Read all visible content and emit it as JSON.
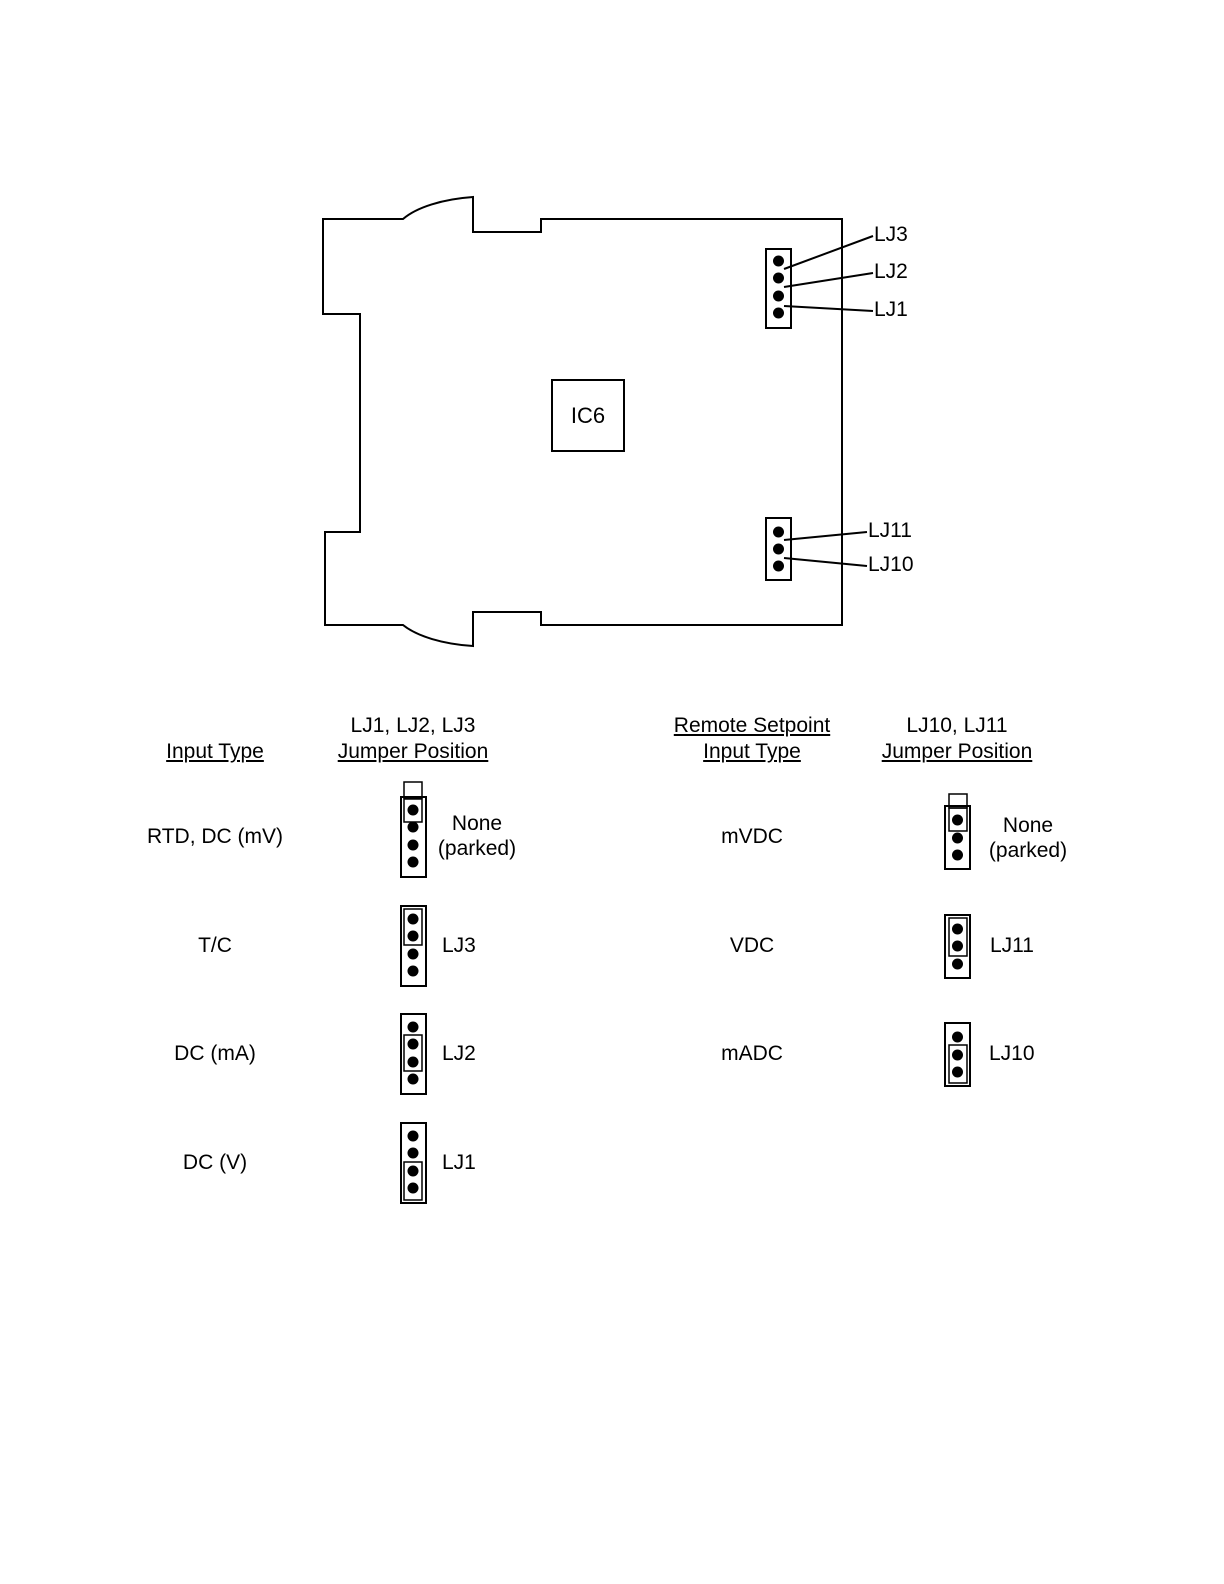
{
  "board": {
    "chip_label": "IC6",
    "top_header_labels": [
      "LJ3",
      "LJ2",
      "LJ1"
    ],
    "bottom_header_labels": [
      "LJ11",
      "LJ10"
    ]
  },
  "input_table": {
    "col1_header": "Input Type",
    "col2_header_line1": "LJ1, LJ2, LJ3",
    "col2_header_line2": "Jumper Position",
    "rows": [
      {
        "input": "RTD, DC (mV)",
        "position_line1": "None",
        "position_line2": "(parked)"
      },
      {
        "input": "T/C",
        "position_line1": "LJ3",
        "position_line2": ""
      },
      {
        "input": "DC (mA)",
        "position_line1": "LJ2",
        "position_line2": ""
      },
      {
        "input": "DC (V)",
        "position_line1": "LJ1",
        "position_line2": ""
      }
    ]
  },
  "remote_table": {
    "col1_header_line1": "Remote Setpoint",
    "col1_header_line2": "Input Type",
    "col2_header_line1": "LJ10, LJ11",
    "col2_header_line2": "Jumper Position",
    "rows": [
      {
        "input": "mVDC",
        "position_line1": "None",
        "position_line2": "(parked)"
      },
      {
        "input": "VDC",
        "position_line1": "LJ11",
        "position_line2": ""
      },
      {
        "input": "mADC",
        "position_line1": "LJ10",
        "position_line2": ""
      }
    ]
  }
}
